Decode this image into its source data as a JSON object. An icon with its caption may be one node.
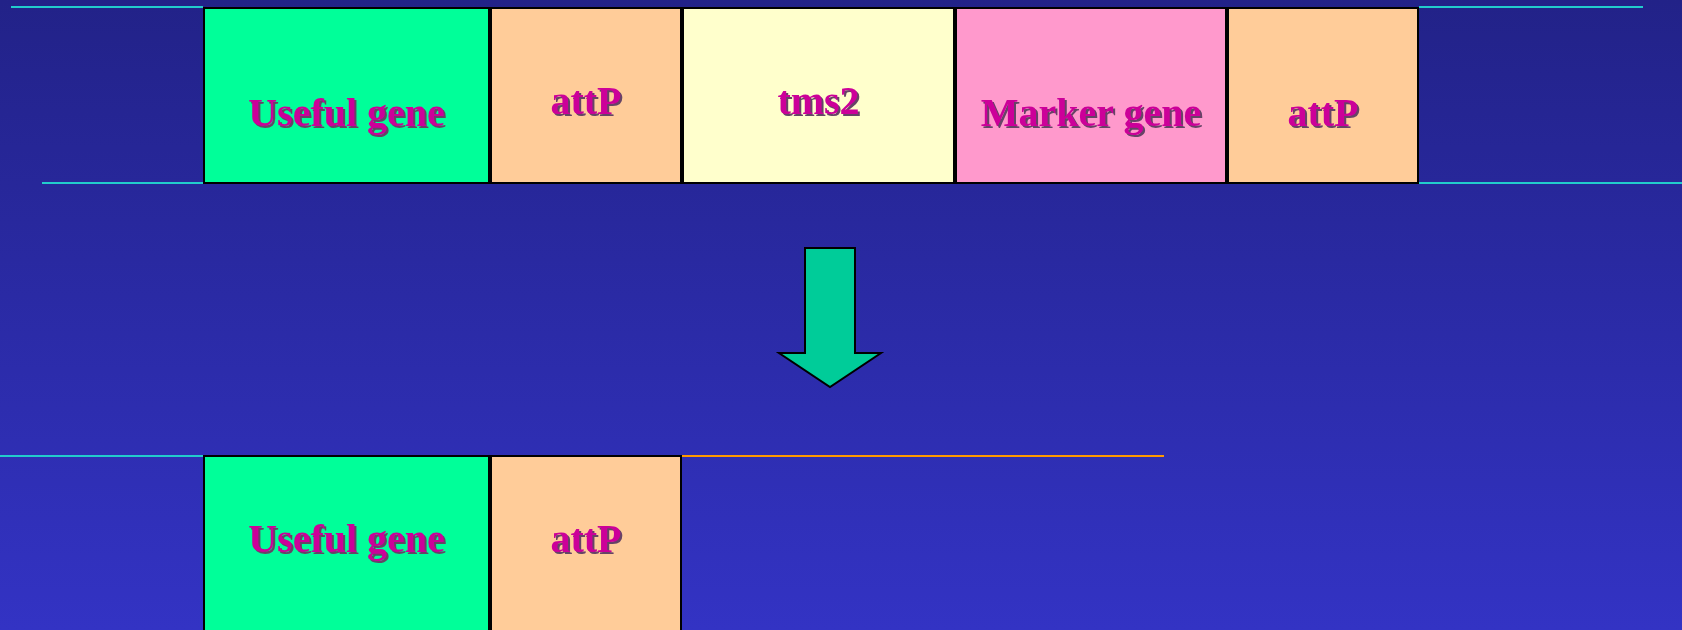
{
  "diagram": {
    "nodes": [
      {
        "text": [
          "Useful gene"
        ]
      },
      {
        "text": [
          "attP"
        ]
      },
      {
        "text": [
          "tms2"
        ]
      },
      {
        "text": [
          "Marker gene"
        ]
      },
      {
        "text": [
          "attP"
        ]
      },
      {
        "text": [
          "Useful gene"
        ]
      },
      {
        "text": [
          "attP"
        ]
      }
    ]
  }
}
